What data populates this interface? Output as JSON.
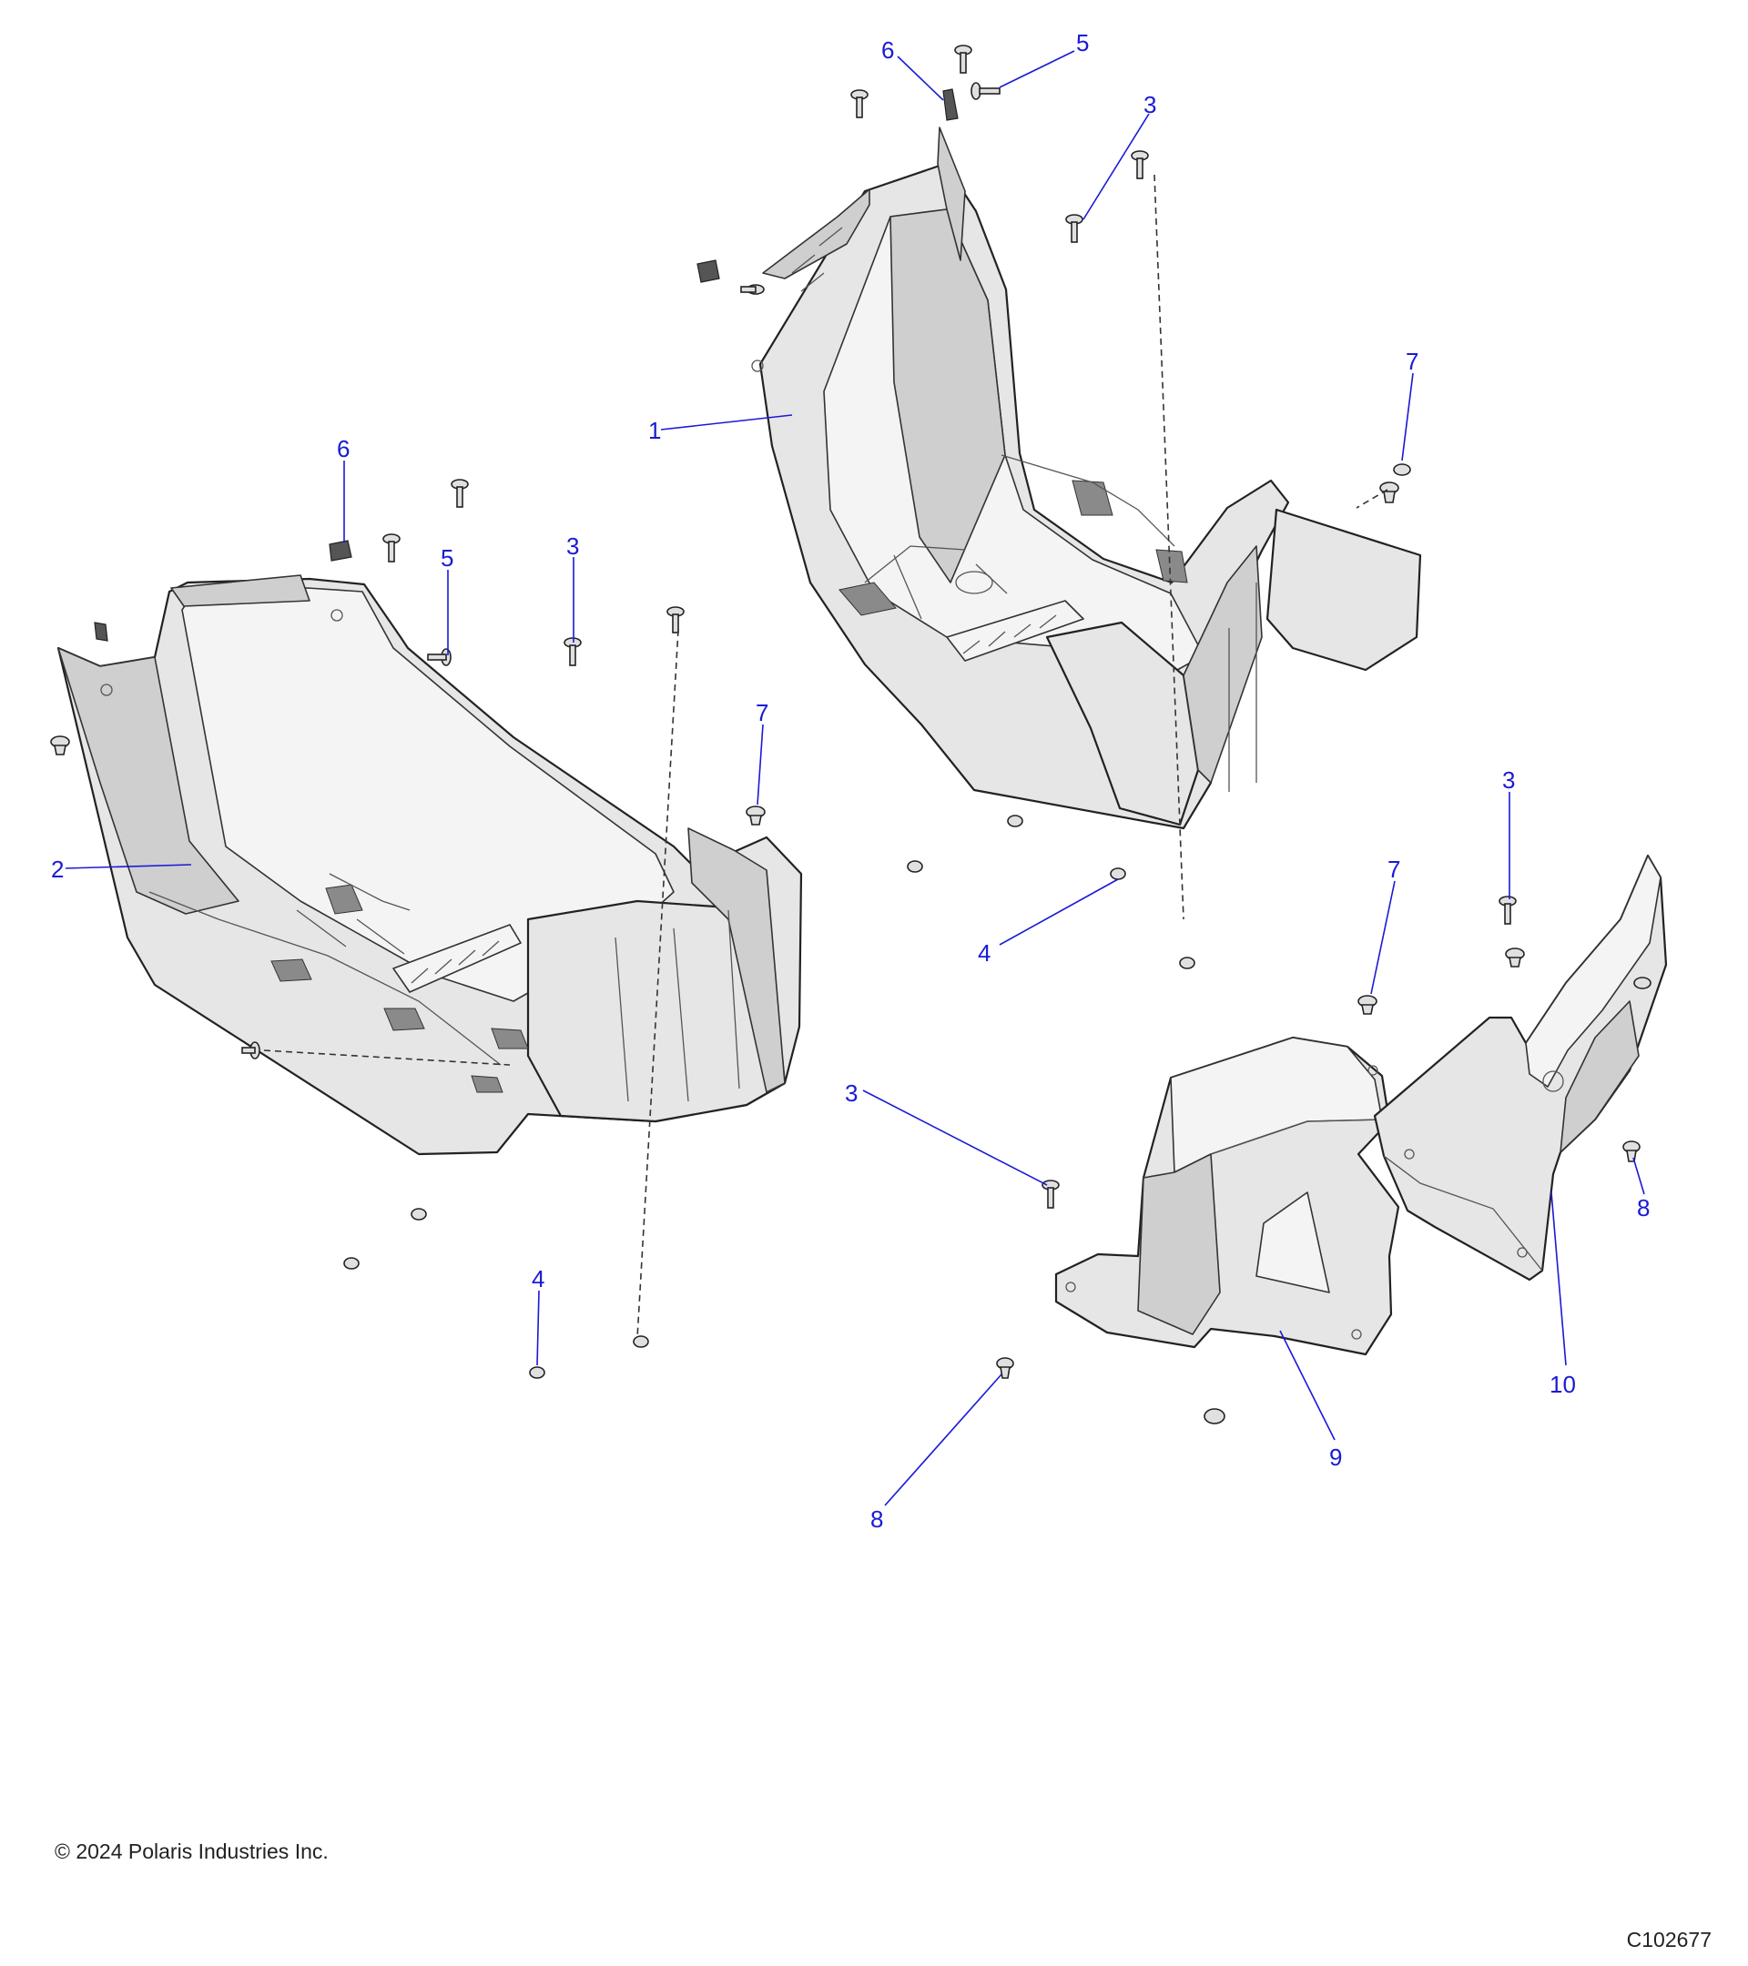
{
  "callouts": [
    {
      "id": "c1",
      "label": "1"
    },
    {
      "id": "c2",
      "label": "2"
    },
    {
      "id": "c3a",
      "label": "3"
    },
    {
      "id": "c3b",
      "label": "3"
    },
    {
      "id": "c3c",
      "label": "3"
    },
    {
      "id": "c3d",
      "label": "3"
    },
    {
      "id": "c4a",
      "label": "4"
    },
    {
      "id": "c4b",
      "label": "4"
    },
    {
      "id": "c5a",
      "label": "5"
    },
    {
      "id": "c5b",
      "label": "5"
    },
    {
      "id": "c6a",
      "label": "6"
    },
    {
      "id": "c6b",
      "label": "6"
    },
    {
      "id": "c7a",
      "label": "7"
    },
    {
      "id": "c7b",
      "label": "7"
    },
    {
      "id": "c7c",
      "label": "7"
    },
    {
      "id": "c8a",
      "label": "8"
    },
    {
      "id": "c8b",
      "label": "8"
    },
    {
      "id": "c9",
      "label": "9"
    },
    {
      "id": "c10",
      "label": "10"
    }
  ],
  "footer": {
    "copyright": "© 2024 Polaris Industries Inc.",
    "figure_id": "C102677"
  },
  "colors": {
    "callout": "#1a1ad6",
    "line_art": "#222222"
  }
}
